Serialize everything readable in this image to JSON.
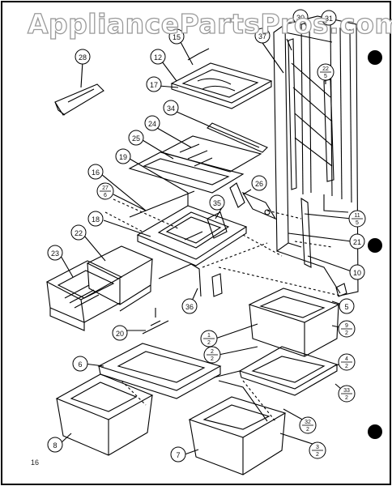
{
  "watermark": "AppliancePartsPros.com",
  "page_number": "16",
  "callouts": {
    "c15": "15",
    "c12": "12",
    "c17": "17",
    "c28": "28",
    "c37": "37",
    "c30": "30",
    "c31": "31",
    "c22": "22",
    "c34": "34",
    "c24": "24",
    "c25": "25",
    "c19": "19",
    "c16": "16",
    "c27": "27",
    "c26": "26",
    "c35": "35",
    "c18": "18",
    "c22b": "22",
    "c23": "23",
    "c11": "11",
    "c21": "21",
    "c10": "10",
    "c36": "36",
    "c20": "20",
    "c5": "5",
    "c1": "1",
    "c9": "9",
    "c2": "2",
    "c4": "4",
    "c33": "33",
    "c6": "6",
    "c32": "32",
    "c3": "3",
    "c8": "8",
    "c7": "7"
  },
  "fractions": {
    "f22": {
      "num": "22",
      "den": "5"
    },
    "f27": {
      "num": "27",
      "den": "6"
    },
    "f11": {
      "num": "11",
      "den": "5"
    },
    "f1": {
      "num": "1",
      "den": "2"
    },
    "f9": {
      "num": "9",
      "den": "2"
    },
    "f2": {
      "num": "2",
      "den": "2"
    },
    "f4": {
      "num": "4",
      "den": "2"
    },
    "f33": {
      "num": "33",
      "den": "2"
    },
    "f32": {
      "num": "32",
      "den": "2"
    },
    "f3": {
      "num": "3",
      "den": "2"
    }
  }
}
